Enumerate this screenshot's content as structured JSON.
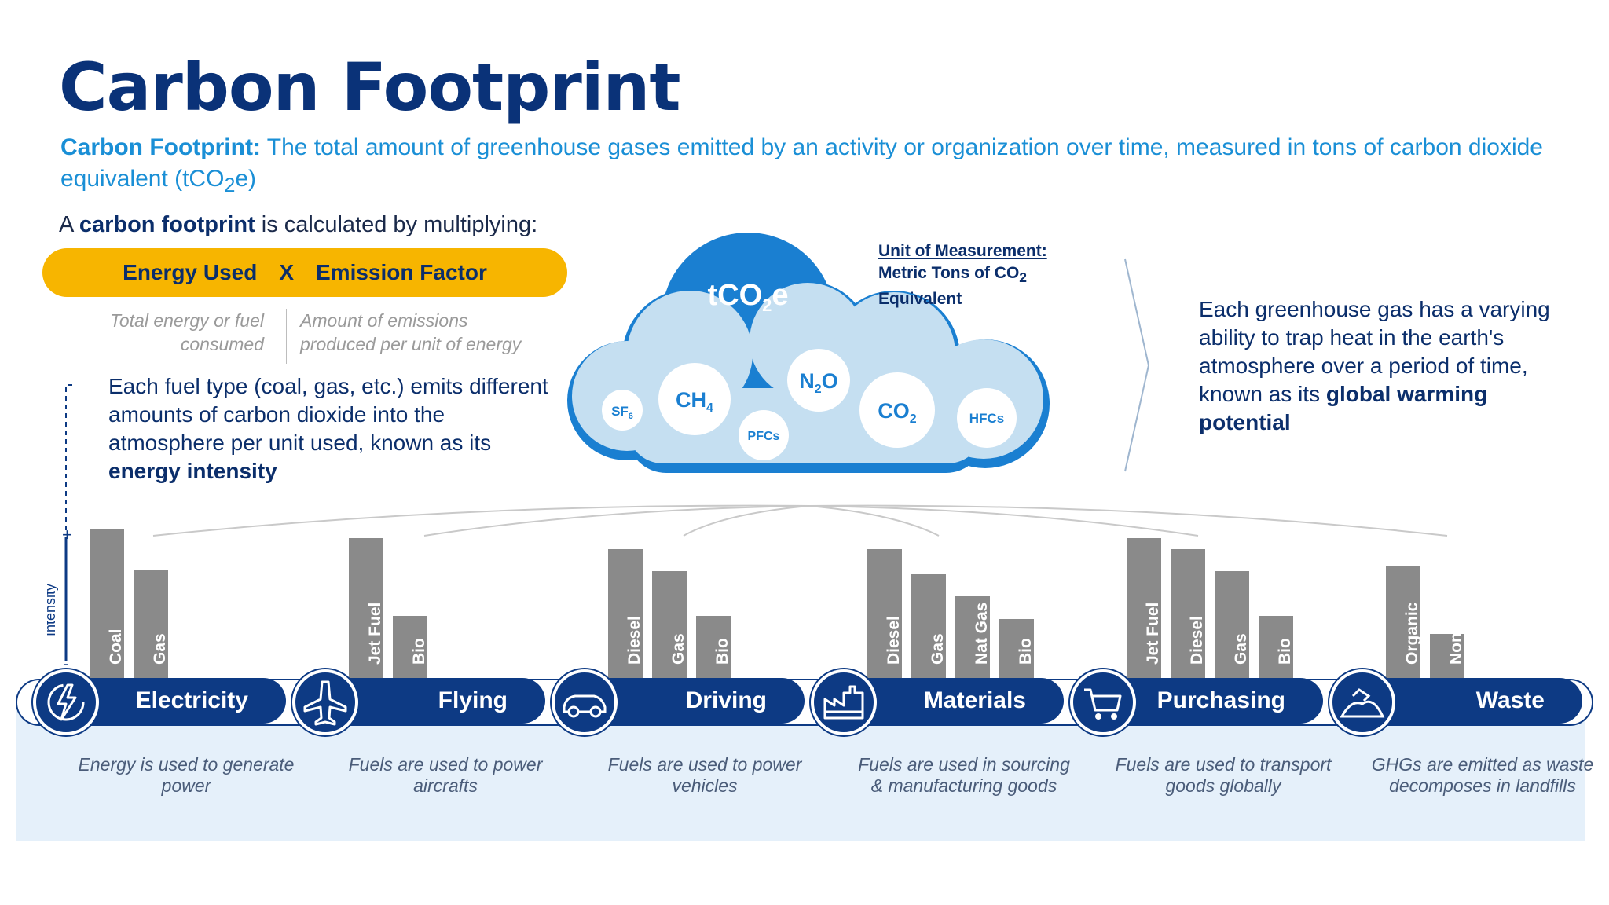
{
  "title": "Carbon Footprint",
  "definition": {
    "term": "Carbon Footprint:",
    "text_before": " The total amount of greenhouse gases emitted by an activity or organization over time, measured in tons of carbon dioxide equivalent (tCO",
    "subscript": "2",
    "text_after": "e)"
  },
  "calculation": {
    "intro_prefix": "A ",
    "intro_strong": "carbon footprint",
    "intro_suffix": " is calculated by multiplying:",
    "factor_a": "Energy Used",
    "operator": "X",
    "factor_b": "Emission Factor",
    "note_a_line1": "Total energy or fuel",
    "note_a_line2": "consumed",
    "note_b_line1": "Amount of emissions",
    "note_b_line2": "produced per unit of energy"
  },
  "energy_intensity": {
    "text": "Each fuel type (coal, gas, etc.) emits different amounts of carbon dioxide into the atmosphere per unit used, known as its ",
    "strong": "energy intensity"
  },
  "unit": {
    "heading": "Unit of Measurement:",
    "line1_prefix": "Metric Tons of CO",
    "line1_sub": "2",
    "line2": "Equivalent"
  },
  "cloud": {
    "main_prefix": "tCO",
    "main_sub": "2",
    "main_suffix": "e",
    "gases": [
      {
        "base": "SF",
        "sub": "6"
      },
      {
        "base": "CH",
        "sub": "4"
      },
      {
        "base": "PFCs",
        "sub": ""
      },
      {
        "base": "N",
        "sub": "2",
        "suffix": "O"
      },
      {
        "base": "CO",
        "sub": "2"
      },
      {
        "base": "HFCs",
        "sub": ""
      }
    ]
  },
  "gwp": {
    "text": "Each greenhouse gas has a varying ability to trap heat in the earth's atmosphere over a period of time, known as its ",
    "strong": "global warming potential"
  },
  "intensity_axis": {
    "label": "Intensity",
    "plus": "+",
    "minus": "-"
  },
  "categories": [
    {
      "name": "Electricity",
      "icon": "lightning-icon",
      "desc": "Energy is used to generate power",
      "fuels": [
        {
          "label": "Coal",
          "intensity": 1.0
        },
        {
          "label": "Gas",
          "intensity": 0.73
        }
      ]
    },
    {
      "name": "Flying",
      "icon": "airplane-icon",
      "desc": "Fuels are used to power aircrafts",
      "fuels": [
        {
          "label": "Jet Fuel",
          "intensity": 0.94
        },
        {
          "label": "Bio",
          "intensity": 0.42
        }
      ]
    },
    {
      "name": "Driving",
      "icon": "car-icon",
      "desc": "Fuels are used to power vehicles",
      "fuels": [
        {
          "label": "Diesel",
          "intensity": 0.87
        },
        {
          "label": "Gas",
          "intensity": 0.72
        },
        {
          "label": "Bio",
          "intensity": 0.42
        }
      ]
    },
    {
      "name": "Materials",
      "icon": "factory-icon",
      "desc": "Fuels are used in sourcing & manufacturing goods",
      "fuels": [
        {
          "label": "Diesel",
          "intensity": 0.87
        },
        {
          "label": "Gas",
          "intensity": 0.7
        },
        {
          "label": "Nat Gas",
          "intensity": 0.55
        },
        {
          "label": "Bio",
          "intensity": 0.4
        }
      ]
    },
    {
      "name": "Purchasing",
      "icon": "shopping-cart-icon",
      "desc": "Fuels are used to transport goods globally",
      "fuels": [
        {
          "label": "Jet Fuel",
          "intensity": 0.94
        },
        {
          "label": "Diesel",
          "intensity": 0.87
        },
        {
          "label": "Gas",
          "intensity": 0.72
        },
        {
          "label": "Bio",
          "intensity": 0.42
        }
      ]
    },
    {
      "name": "Waste",
      "icon": "landfill-icon",
      "desc": "GHGs are emitted as waste decomposes in landfills",
      "fuels": [
        {
          "label": "Organic",
          "intensity": 0.76
        },
        {
          "label": "Non",
          "intensity": 0.3
        }
      ]
    }
  ],
  "colors": {
    "navy": "#0d3a84",
    "accent_blue": "#1a8fd6",
    "formula_yellow": "#f7b500",
    "bar_gray": "#8a8a8a",
    "cloud_light": "#c5dff1",
    "band_light": "#e5f0fa"
  }
}
